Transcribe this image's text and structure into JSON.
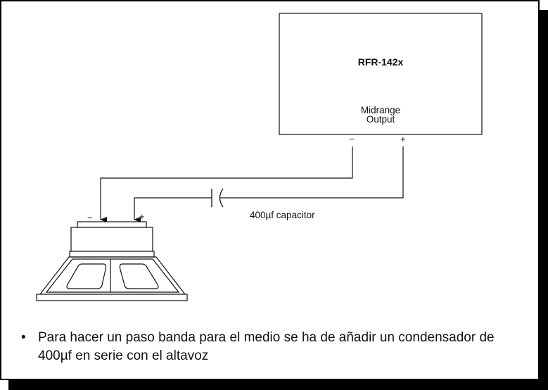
{
  "device": {
    "model": "RFR-142x",
    "output_line1": "Midrange",
    "output_line2": "Output",
    "neg_terminal": "−",
    "pos_terminal": "+"
  },
  "speaker": {
    "neg_terminal": "−",
    "pos_terminal": "+"
  },
  "capacitor": {
    "label": "400µf capacitor"
  },
  "note": {
    "bullet": "•",
    "text": "Para hacer un paso banda para el medio se ha de añadir un condensador de 400µf en serie con el altavoz"
  }
}
